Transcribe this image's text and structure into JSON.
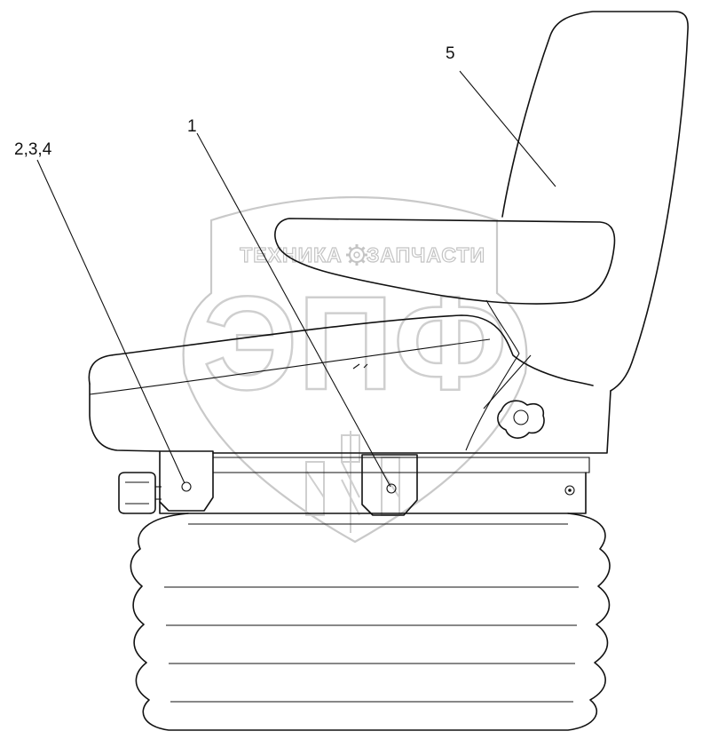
{
  "callouts": {
    "c1": "1",
    "c234": "2,3,4",
    "c5": "5"
  },
  "watermark": {
    "left_word": "ТЕХНИКА",
    "right_word": "ЗАПЧАСТИ",
    "big_letters": "ЭПФ",
    "gear_icon": "gear-icon"
  },
  "colors": {
    "line": "#111111",
    "watermark": "#c9c9c9",
    "background": "#ffffff"
  }
}
